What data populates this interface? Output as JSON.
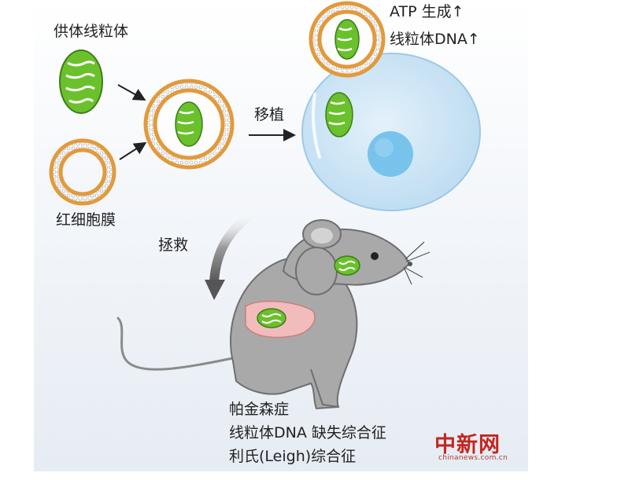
{
  "labels": {
    "donor_mito": "供体线粒体",
    "rbc_membrane": "红细胞膜",
    "transplant": "移植",
    "rescue": "拯救",
    "atp": "ATP 生成↑",
    "mtdna": "线粒体DNA↑",
    "disease_1": "帕金森症",
    "disease_2": "线粒体DNA 缺失综合征",
    "disease_3": "利氏(Leigh)综合征"
  },
  "watermark": {
    "brand": "中新网",
    "url": "chinanews.com.cn"
  },
  "colors": {
    "mitochondria": "#6ac12c",
    "membrane": "#e29a3c",
    "cell": "#cfe6f6",
    "nucleus": "#78c3ec",
    "mouse": "#a9a9a9",
    "liver": "#f3bcbc",
    "watermark": "#c2261f"
  }
}
